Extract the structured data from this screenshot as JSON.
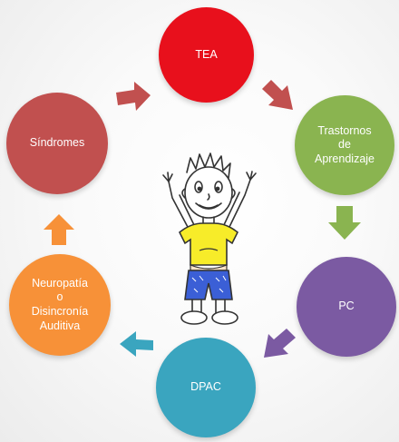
{
  "nodes": [
    {
      "id": "tea",
      "label": "TEA",
      "color": "#e8101c"
    },
    {
      "id": "trastornos",
      "label": "Trastornos\nde\nAprendizaje",
      "color": "#8ab450"
    },
    {
      "id": "pc",
      "label": "PC",
      "color": "#7b5aa2"
    },
    {
      "id": "dpac",
      "label": "DPAC",
      "color": "#3aa5bf"
    },
    {
      "id": "neuropatia",
      "label": "Neuropatía\no\nDisincronía\nAuditiva",
      "color": "#f79138"
    },
    {
      "id": "sindromes",
      "label": "Síndromes",
      "color": "#c1504f"
    }
  ],
  "arrows": {
    "sindromes_to_tea": "#c1504f",
    "tea_to_trastornos": "#c1504f",
    "trastornos_to_pc": "#8ab450",
    "pc_to_dpac": "#7b5aa2",
    "dpac_to_neuropatia": "#3aa5bf",
    "neuropatia_to_sindromes": "#f79138"
  },
  "center_illustration": "child-drawing-arms-raised",
  "colors": {
    "shirt": "#f7ec29",
    "pants": "#3b5fd6",
    "outline": "#333333"
  }
}
